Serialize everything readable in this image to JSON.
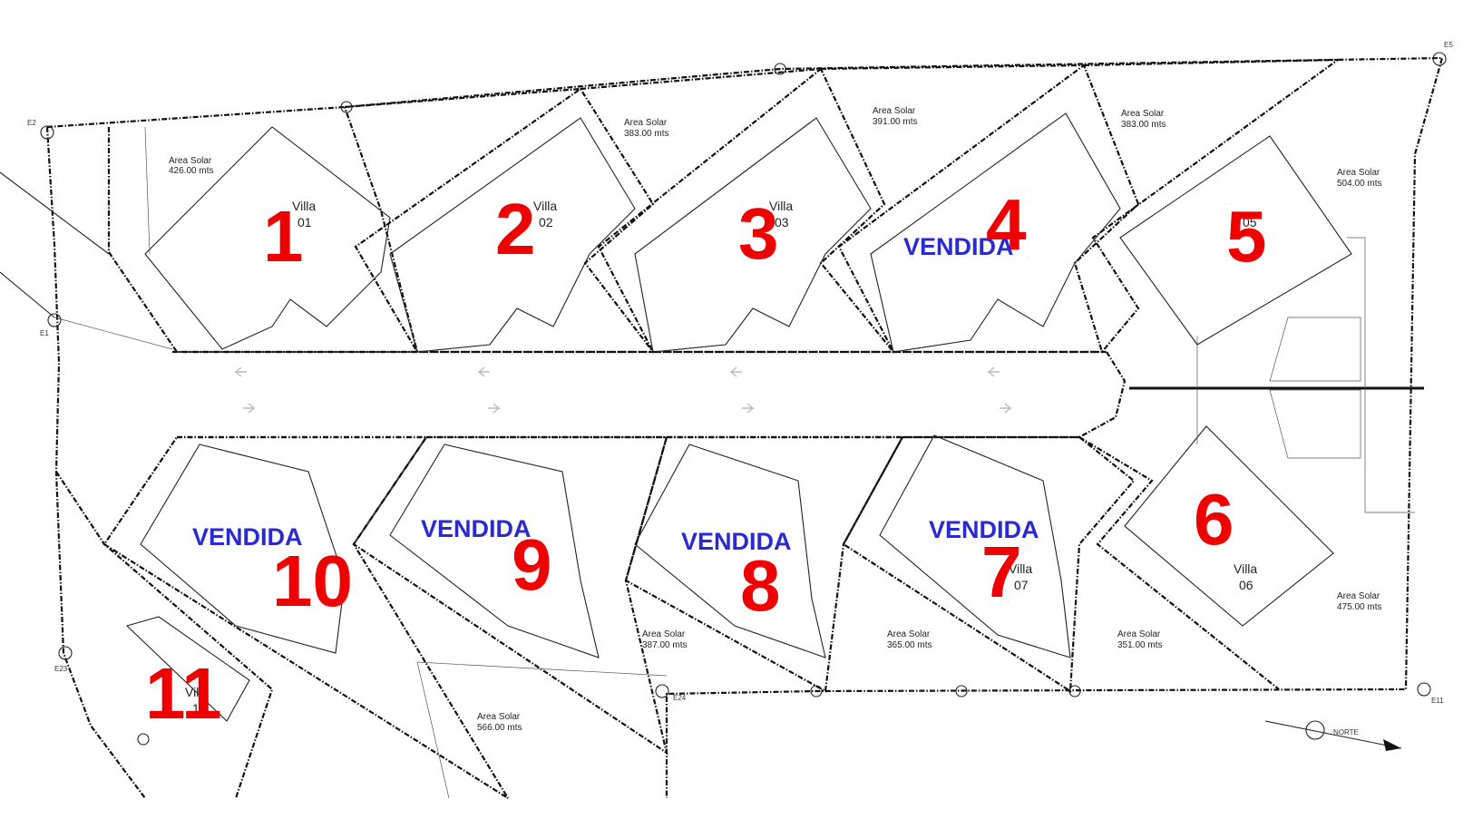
{
  "plan": {
    "lots": [
      {
        "number": "1",
        "villa": "Villa",
        "villa_code": "01",
        "area_label": "Area Solar",
        "area_value": "426.00 mts",
        "status": ""
      },
      {
        "number": "2",
        "villa": "Villa",
        "villa_code": "02",
        "area_label": "Area Solar",
        "area_value": "383.00 mts",
        "status": ""
      },
      {
        "number": "3",
        "villa": "Villa",
        "villa_code": "03",
        "area_label": "Area Solar",
        "area_value": "391.00 mts",
        "status": ""
      },
      {
        "number": "4",
        "villa": "",
        "villa_code": "",
        "area_label": "Area Solar",
        "area_value": "383.00 mts",
        "status": "VENDIDA"
      },
      {
        "number": "5",
        "villa": "",
        "villa_code": "05",
        "area_label": "Area Solar",
        "area_value": "504.00 mts",
        "status": ""
      },
      {
        "number": "6",
        "villa": "Villa",
        "villa_code": "06",
        "area_label": "Area Solar",
        "area_value": "475.00 mts",
        "status": ""
      },
      {
        "number": "7",
        "villa": "Villa",
        "villa_code": "07",
        "area_label": "Area Solar",
        "area_value": "351.00 mts",
        "status": "VENDIDA"
      },
      {
        "number": "8",
        "villa": "",
        "villa_code": "",
        "area_label": "Area Solar",
        "area_value": "365.00 mts",
        "status": "VENDIDA"
      },
      {
        "number": "9",
        "villa": "",
        "villa_code": "",
        "area_label": "Area Solar",
        "area_value": "387.00 mts",
        "status": "VENDIDA"
      },
      {
        "number": "10",
        "villa": "",
        "villa_code": "",
        "area_label": "",
        "area_value": "",
        "status": "VENDIDA"
      },
      {
        "number": "11",
        "villa": "Villa",
        "villa_code": "11",
        "area_label": "Area Solar",
        "area_value": "566.00 mts",
        "status": ""
      }
    ],
    "survey_points": {
      "e1": "E1",
      "e2": "E2",
      "e5": "E5",
      "e11": "E11",
      "e23": "E23",
      "e24": "E24"
    },
    "north_label": "NORTE",
    "colors": {
      "lot_number": "#ee0000",
      "sold": "#2a2ad2",
      "line": "#111111"
    }
  }
}
